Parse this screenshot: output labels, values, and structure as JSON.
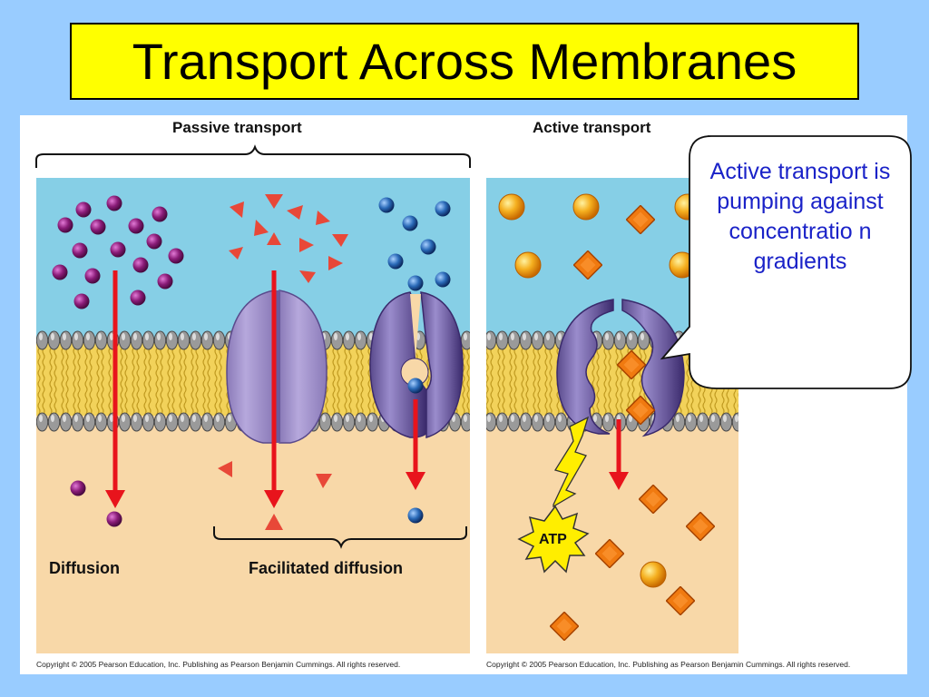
{
  "slide": {
    "title": "Transport Across Membranes"
  },
  "left_panel": {
    "heading": "Passive transport",
    "label_diffusion": "Diffusion",
    "label_facilitated": "Facilitated diffusion",
    "copyright": "Copyright © 2005 Pearson Education, Inc. Publishing as Pearson Benjamin Cummings. All rights reserved."
  },
  "right_panel": {
    "heading": "Active transport",
    "atp_label": "ATP",
    "copyright": "Copyright © 2005 Pearson Education, Inc. Publishing as Pearson Benjamin Cummings. All rights reserved."
  },
  "callout": {
    "text": "Active transport is pumping against concentratio n gradients"
  },
  "colors": {
    "background": "#99ccff",
    "title_fill": "#ffff00",
    "outside_cell": "#86cfe6",
    "inside_cell": "#f8d8a8",
    "membrane_tails": "#e8c850",
    "membrane_heads": "#8c8c8c",
    "arrow": "#e8141c",
    "purple_molecule": "#7a1a6a",
    "red_triangle": "#e84838",
    "blue_molecule": "#2a6ab8",
    "orange_sphere": "#f0a020",
    "orange_diamond": "#f07010",
    "channel_protein": "#a898cc",
    "carrier_protein": "#6a5a9c",
    "callout_text": "#1a22c8"
  }
}
